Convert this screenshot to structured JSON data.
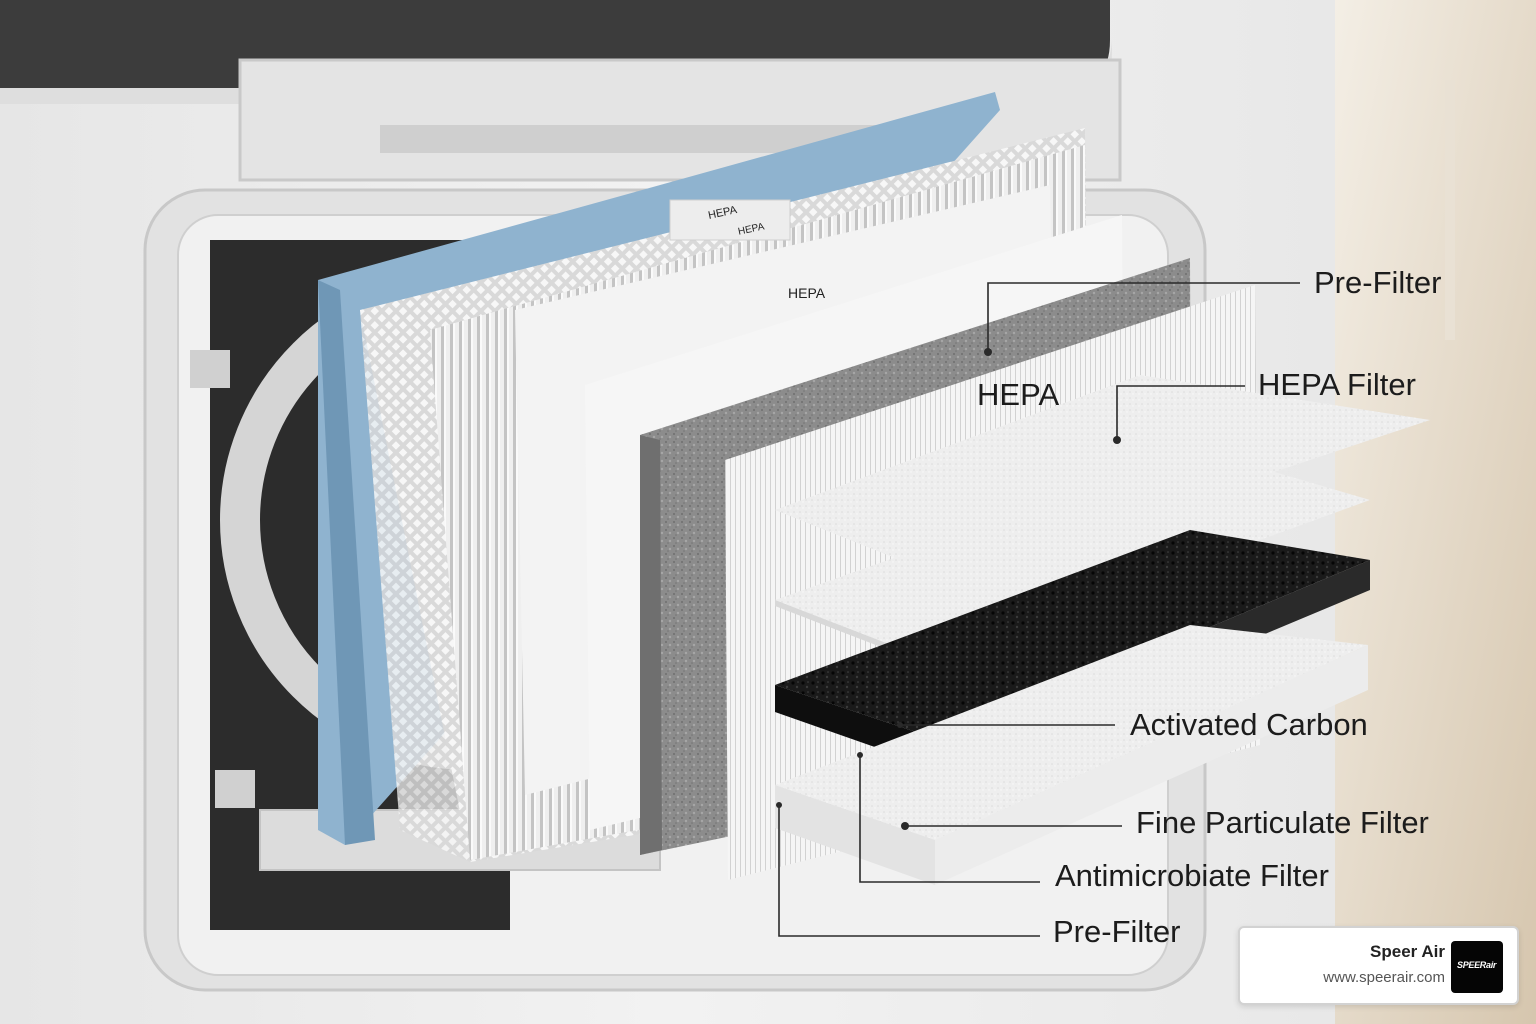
{
  "labels": {
    "pre_filter_top": "Pre-Filter",
    "hepa_center": "HEPA",
    "hepa_filter": "HEPA Filter",
    "activated_carbon": "Activated Carbon",
    "fine_particulate": "Fine Particulate Filter",
    "antimicrobiate": "Antimicrobiate Filter",
    "pre_filter_bottom": "Pre-Filter"
  },
  "embedded_text": {
    "hepa_tag": "HEPA",
    "top_tag_1": "HEPA",
    "top_tag_2": "HEPA"
  },
  "brand": {
    "name": "Speer Air",
    "url": "www.speerair.com",
    "logo_text": "SPEERair"
  },
  "colors": {
    "housing": "#ececec",
    "frame": "#dcdcdc",
    "blue_frame": "#8fb3cf",
    "foam_gray": "#8a8a8a",
    "carbon": "#151515",
    "pleat_white": "#f3f3f3",
    "label_text": "#1c1c1c"
  }
}
